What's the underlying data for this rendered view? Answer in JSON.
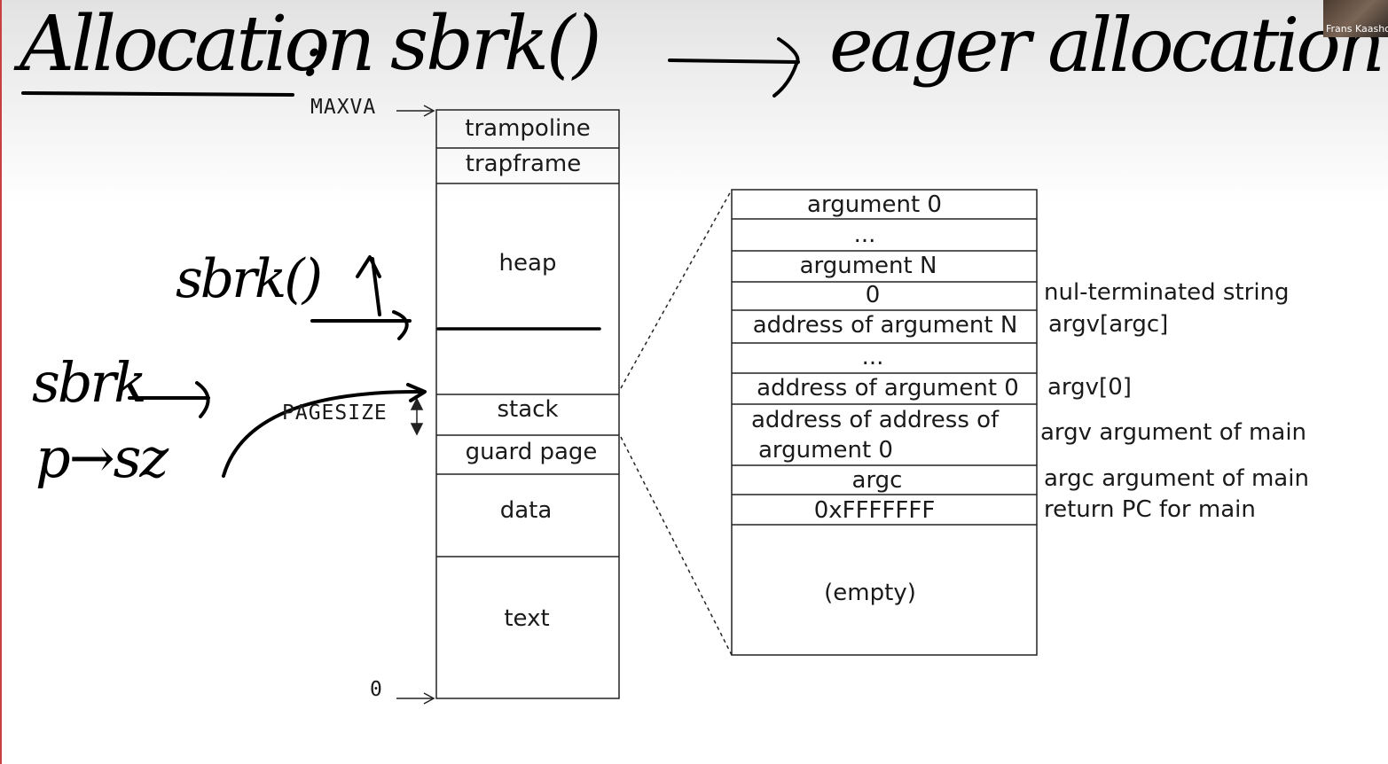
{
  "annotations": {
    "title": "Allocation",
    "colon": ":",
    "sbrk_call": "sbrk()",
    "arrow_target": "eager allocation",
    "sbrk_up": "sbrk()",
    "sbrk_side": "sbrk",
    "p_sz": "p→sz"
  },
  "address_space": {
    "top_label": "MAXVA",
    "bottom_label": "0",
    "pagesize_label": "PAGESIZE",
    "regions": [
      "trampoline",
      "trapframe",
      "heap",
      "stack",
      "guard page",
      "data",
      "text"
    ]
  },
  "stack_detail": {
    "cells": [
      "argument 0",
      "...",
      "argument N",
      "0",
      "address of argument N",
      "...",
      "address of argument 0",
      "address of address of",
      "argument 0",
      "argc",
      "0xFFFFFFF",
      "(empty)"
    ],
    "side_labels": [
      "nul-terminated string",
      "argv[argc]",
      "argv[0]",
      "argv argument of main",
      "argc argument of main",
      "return PC for main"
    ]
  },
  "webcam": {
    "name": "Frans Kaashoek"
  }
}
